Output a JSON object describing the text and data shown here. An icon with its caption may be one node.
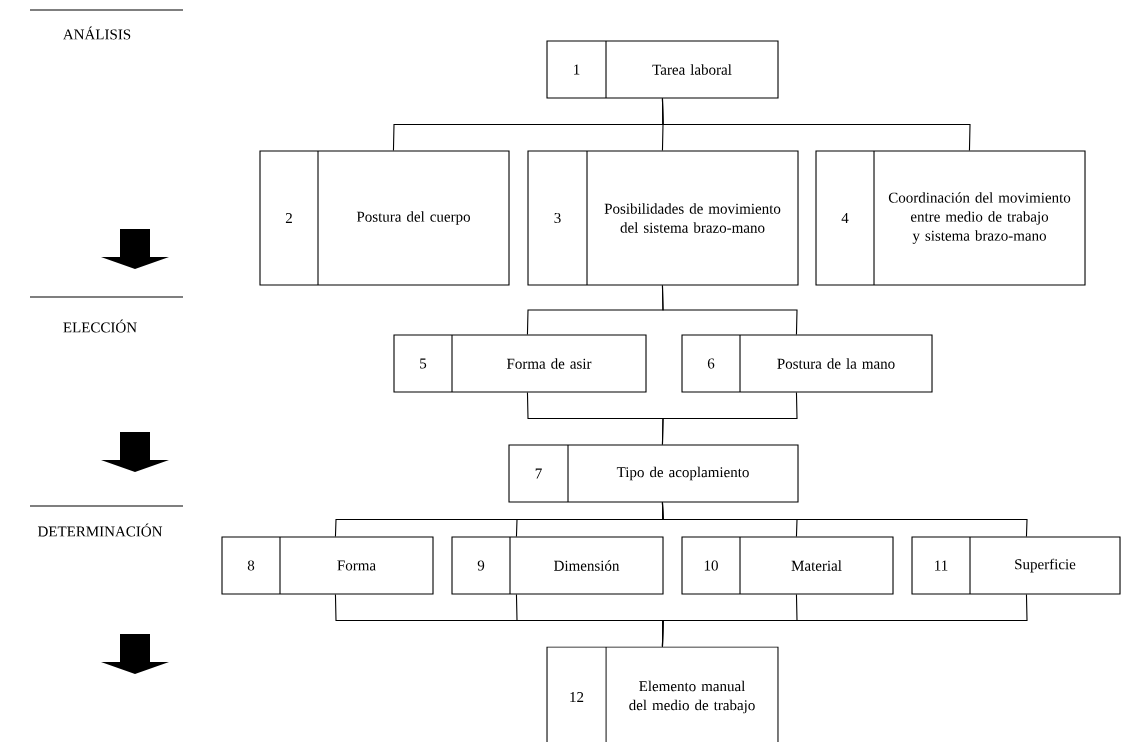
{
  "diagram": {
    "nodes": [
      {
        "text": [
          "1",
          "Tarea laboral"
        ]
      },
      {
        "text": [
          "2",
          "Postura del cuerpo"
        ]
      },
      {
        "text": [
          "3",
          "Posibilidades de movimiento del sistema brazo-mano"
        ]
      },
      {
        "text": [
          "4",
          "Coordinación del movimiento entre medio de trabajo y sistema brazo-mano"
        ]
      },
      {
        "text": [
          "5",
          "Forma de asir"
        ]
      },
      {
        "text": [
          "6",
          "Postura de la mano"
        ]
      },
      {
        "text": [
          "7",
          "Tipo de acoplamiento"
        ]
      },
      {
        "text": [
          "8",
          "Forma"
        ]
      },
      {
        "text": [
          "9",
          "Dimensión"
        ]
      },
      {
        "text": [
          "10",
          "Material"
        ]
      },
      {
        "text": [
          "11",
          "Superficie"
        ]
      },
      {
        "text": [
          "12",
          "Elemento manual del medio de trabajo"
        ]
      }
    ],
    "edges": [
      {
        "from": 0,
        "to": 1,
        "arrow": "none"
      },
      {
        "from": 0,
        "to": 2,
        "arrow": "none"
      },
      {
        "from": 0,
        "to": 3,
        "arrow": "none"
      },
      {
        "from": 2,
        "to": 4,
        "arrow": "none"
      },
      {
        "from": 2,
        "to": 5,
        "arrow": "none"
      },
      {
        "from": 4,
        "to": 6,
        "arrow": "none"
      },
      {
        "from": 5,
        "to": 6,
        "arrow": "none"
      },
      {
        "from": 6,
        "to": 7,
        "arrow": "none"
      },
      {
        "from": 6,
        "to": 8,
        "arrow": "none"
      },
      {
        "from": 6,
        "to": 9,
        "arrow": "none"
      },
      {
        "from": 6,
        "to": 10,
        "arrow": "none"
      },
      {
        "from": 7,
        "to": 11,
        "arrow": "none"
      },
      {
        "from": 8,
        "to": 11,
        "arrow": "none"
      },
      {
        "from": 9,
        "to": 11,
        "arrow": "none"
      },
      {
        "from": 10,
        "to": 11,
        "arrow": "none"
      }
    ],
    "labels": [
      "ANÁLISIS",
      "ELECCIÓN",
      "DETERMINACIÓN"
    ]
  }
}
